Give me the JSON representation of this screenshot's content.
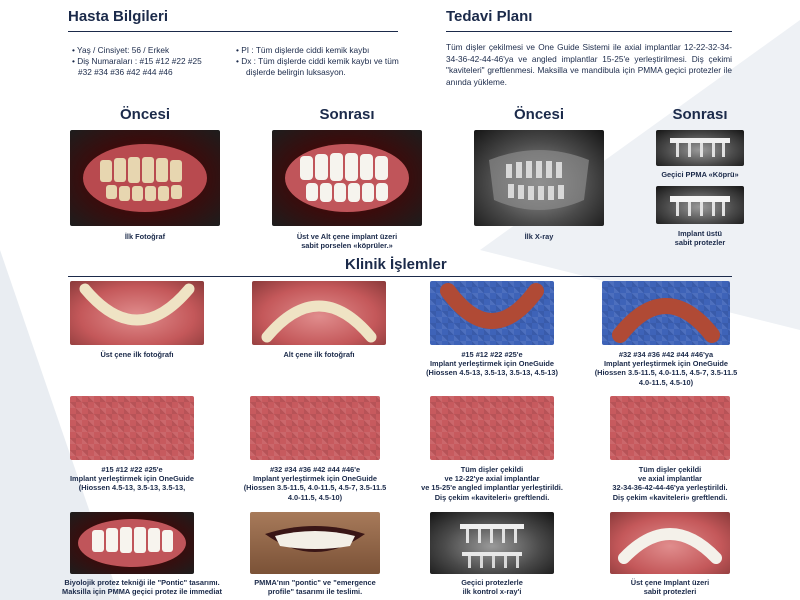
{
  "hasta": {
    "title": "Hasta Bilgileri",
    "left_lines": [
      "• Yaş / Cinsiyet: 56 / Erkek",
      "• Diş Numaraları :  #15 #12 #22 #25",
      "  #32 #34 #36 #42 #44 #46"
    ],
    "right_lines": [
      "• PI  : Tüm dişlerde ciddi kemik kaybı",
      "• Dx : Tüm dişlerde ciddi kemik kaybı ve tüm",
      "  dişlerde belirgin luksasyon."
    ]
  },
  "tedavi": {
    "title": "Tedavi Planı",
    "text": "Tüm dişler çekilmesi ve One Guide Sistemi ile axial implantlar 12-22-32-34-34-36-42-44-46'ya ve angled implantlar 15-25'e yerleştirilmesi. Diş çekimi \"kaviteleri\" greftlenmesi. Maksilla ve mandibula için PMMA geçici protezler ile anında yükleme."
  },
  "before_after": {
    "oncesi": "Öncesi",
    "sonrasi": "Sonrası",
    "cap_ilk_foto": "İlk Fotoğraf",
    "cap_ust_alt": [
      "Üst ve Alt çene implant üzeri",
      "sabit porselen «köprüler.»"
    ],
    "cap_xray": "İlk X-ray",
    "cap_gecici": "Geçici PPMA «Köprü»",
    "cap_implant_ustu": [
      "Implant üstü",
      "sabit protezler"
    ]
  },
  "klinik": {
    "title": "Klinik İşlemler",
    "row1": [
      [
        "Üst çene ilk fotoğrafı"
      ],
      [
        "Alt çene ilk fotoğrafı"
      ],
      [
        "#15 #12 #22 #25'e",
        "Implant yerleştirmek için OneGuide",
        "(Hiossen 4.5-13, 3.5-13, 3.5-13, 4.5-13)"
      ],
      [
        "#32 #34 #36 #42 #44 #46'ya",
        "Implant yerleştirmek için OneGuide",
        "(Hiossen 3.5-11.5, 4.0-11.5, 4.5-7, 3.5-11.5",
        "4.0-11.5, 4.5-10)"
      ]
    ],
    "row2": [
      [
        "#15 #12 #22 #25'e",
        "Implant yerleştirmek için OneGuide",
        "(Hiossen 4.5-13, 3.5-13, 3.5-13,"
      ],
      [
        "#32 #34 #36 #42 #44 #46'e",
        "Implant yerleştirmek için OneGuide",
        "(Hiossen 3.5-11.5, 4.0-11.5, 4.5-7, 3.5-11.5",
        "4.0-11.5, 4.5-10)"
      ],
      [
        "Tüm dişler çekildi",
        "ve 12-22'ye axial implantlar",
        "ve 15-25'e angled implantlar yerleştirildi.",
        "Diş çekim «kaviteleri» greftlendi."
      ],
      [
        "Tüm dişler çekildi",
        "ve axial implantlar",
        "32-34-36-42-44-46'ya yerleştirildi.",
        "Diş çekim «kaviteleri» greftlendi."
      ]
    ],
    "row3": [
      [
        "Biyolojik protez tekniği ile  \"Pontic\" tasarımı.",
        "Maksilla için PMMA geçici protez ile immediat"
      ],
      [
        "PMMA'nın \"pontic\" ve \"emergence",
        "profile\" tasarımı ile teslimi."
      ],
      [
        "Geçici protezlerle",
        "ilk kontrol x-ray'i"
      ],
      [
        "Üst çene Implant üzeri",
        "sabit protezleri"
      ]
    ]
  },
  "colors": {
    "navy": "#1b2a4a",
    "gum": "#c4585a",
    "xray": "#4a4a4a",
    "blur_blue": "#3e63b8"
  }
}
